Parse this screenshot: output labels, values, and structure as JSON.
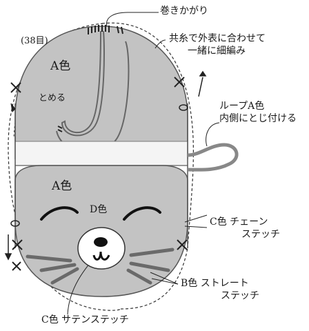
{
  "labels": {
    "curl_edge": "巻きかがり",
    "stitch_count": "(38目)",
    "whip_line1": "共糸で外表に合わせて",
    "whip_line2": "一緒に細編み",
    "top_color": "A色",
    "fasten": "とめる",
    "loop_line1": "ループA色",
    "loop_line2": "内側にとじ付ける",
    "bottom_color": "A色",
    "nose_color": "D色",
    "chain_line1": "C色 チェーン",
    "chain_line2": "ステッチ",
    "straight_line1": "B色 ストレート",
    "straight_line2": "ステッチ",
    "satin": "C色 サテンステッチ"
  },
  "colors": {
    "body_fill": "#c3c3c3",
    "outline": "#555555",
    "stitch_dark": "#222222",
    "whisker_gray": "#6a6a6a",
    "chain_black": "#111111"
  }
}
